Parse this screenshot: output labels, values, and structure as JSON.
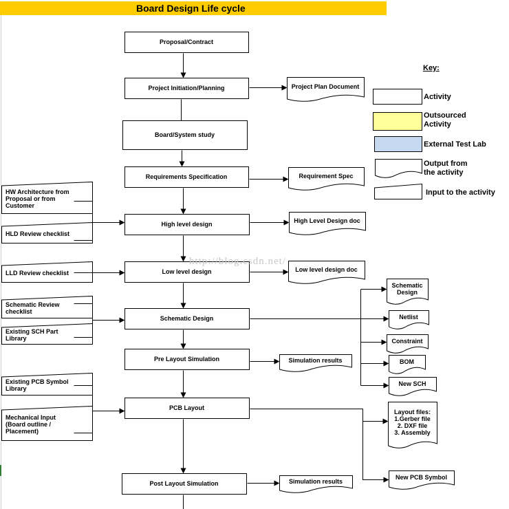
{
  "title": "Board Design Life cycle",
  "watermark": "http://blog.csdn.net/",
  "colors": {
    "title_bar": "#FFCC00",
    "outsourced": "#FFFF99",
    "external_lab": "#C5D9F1"
  },
  "activities": [
    {
      "id": "proposal",
      "label": "Proposal/Contract"
    },
    {
      "id": "initiation",
      "label": "Project Initiation/Planning"
    },
    {
      "id": "study",
      "label": "Board/System study"
    },
    {
      "id": "requirements",
      "label": "Requirements Specification"
    },
    {
      "id": "hld",
      "label": "High level design"
    },
    {
      "id": "lld",
      "label": "Low level design"
    },
    {
      "id": "schematic",
      "label": "Schematic Design"
    },
    {
      "id": "prelayout",
      "label": "Pre Layout Simulation"
    },
    {
      "id": "pcb",
      "label": "PCB Layout"
    },
    {
      "id": "postlayout",
      "label": "Post Layout Simulation"
    }
  ],
  "outputs": [
    {
      "id": "plan_doc",
      "label": "Project Plan Document"
    },
    {
      "id": "req_spec",
      "label": "Requirement Spec"
    },
    {
      "id": "hld_doc",
      "label": "High Level Design doc"
    },
    {
      "id": "lld_doc",
      "label": "Low level design doc"
    },
    {
      "id": "sch_design",
      "label": "Schematic\nDesign"
    },
    {
      "id": "netlist",
      "label": "Netlist"
    },
    {
      "id": "constraint",
      "label": "Constraint"
    },
    {
      "id": "bom",
      "label": "BOM"
    },
    {
      "id": "new_sch",
      "label": "New SCH"
    },
    {
      "id": "sim_results_1",
      "label": "Simulation results"
    },
    {
      "id": "layout_files",
      "label": "Layout files:\n1.Gerber file\n2. DXF file\n3. Assembly"
    },
    {
      "id": "sim_results_2",
      "label": "Simulation results"
    },
    {
      "id": "new_pcb_symbol",
      "label": "New PCB Symbol"
    }
  ],
  "inputs": [
    {
      "id": "hw_arch",
      "label": "HW Architecture from\nProposal or from\nCustomer"
    },
    {
      "id": "hld_checklist",
      "label": "HLD Review checklist"
    },
    {
      "id": "lld_checklist",
      "label": "LLD Review checklist"
    },
    {
      "id": "sch_checklist",
      "label": "Schematic Review\nchecklist"
    },
    {
      "id": "sch_lib",
      "label": "Existing SCH Part\nLibrary"
    },
    {
      "id": "pcb_lib",
      "label": "Existing PCB Symbol\nLibrary"
    },
    {
      "id": "mech_input",
      "label": "Mechanical Input\n(Board outline /\nPlacement)"
    }
  ],
  "key": {
    "heading": "Key:",
    "items": [
      {
        "id": "activity",
        "label": "Activity"
      },
      {
        "id": "outsourced",
        "label": "Outsourced\nActivity"
      },
      {
        "id": "external",
        "label": "External Test Lab"
      },
      {
        "id": "output",
        "label": "Output from\nthe activity"
      },
      {
        "id": "input",
        "label": "Input to the activity"
      }
    ]
  }
}
